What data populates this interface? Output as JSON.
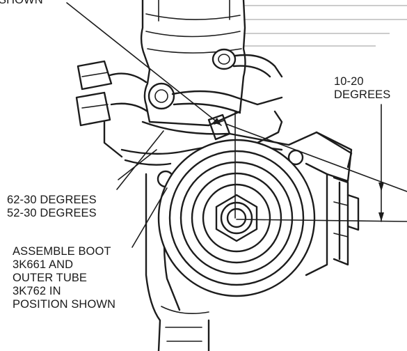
{
  "labels": {
    "top_partial": "SHOWN",
    "angle_range": [
      "10-20",
      "DEGREES"
    ],
    "angles": [
      "62-30 DEGREES",
      "52-30 DEGREES"
    ],
    "assembly_note": [
      "ASSEMBLE BOOT",
      "3K661 AND",
      "OUTER TUBE",
      "3K762 IN",
      "POSITION SHOWN"
    ]
  },
  "colors": {
    "ink": "#1c1c1c",
    "paper": "#ffffff"
  }
}
